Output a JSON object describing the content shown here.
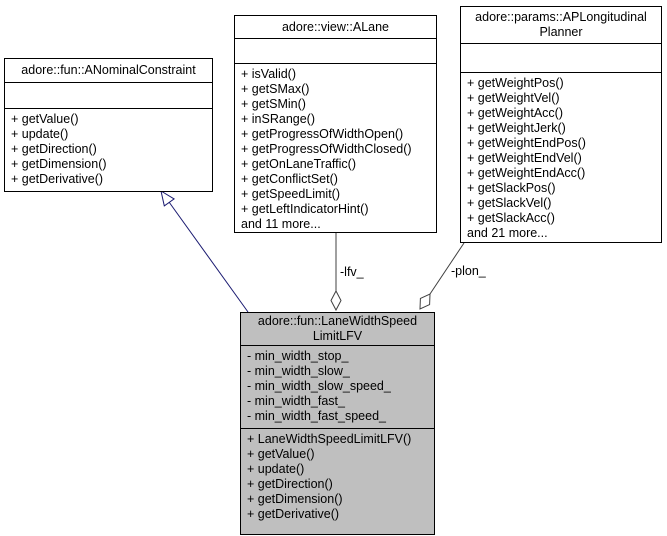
{
  "diagram": {
    "classes": [
      {
        "id": "nominal",
        "title": "adore::fun::ANominalConstraint",
        "attributes": [],
        "methods": [
          "+ getValue()",
          "+ update()",
          "+ getDirection()",
          "+ getDimension()",
          "+ getDerivative()"
        ]
      },
      {
        "id": "alane",
        "title": "adore::view::ALane",
        "attributes": [],
        "methods": [
          "+ isValid()",
          "+ getSMax()",
          "+ getSMin()",
          "+ inSRange()",
          "+ getProgressOfWidthOpen()",
          "+ getProgressOfWidthClosed()",
          "+ getOnLaneTraffic()",
          "+ getConflictSet()",
          "+ getSpeedLimit()",
          "+ getLeftIndicatorHint()",
          "and 11 more..."
        ]
      },
      {
        "id": "planner",
        "title": "adore::params::APLongitudinal Planner",
        "attributes": [],
        "methods": [
          "+ getWeightPos()",
          "+ getWeightVel()",
          "+ getWeightAcc()",
          "+ getWeightJerk()",
          "+ getWeightEndPos()",
          "+ getWeightEndVel()",
          "+ getWeightEndAcc()",
          "+ getSlackPos()",
          "+ getSlackVel()",
          "+ getSlackAcc()",
          "and 21 more..."
        ]
      },
      {
        "id": "lfv",
        "title": "adore::fun::LaneWidthSpeed LimitLFV",
        "attributes": [
          "- min_width_stop_",
          "- min_width_slow_",
          "- min_width_slow_speed_",
          "- min_width_fast_",
          "- min_width_fast_speed_"
        ],
        "methods": [
          "+ LaneWidthSpeedLimitLFV()",
          "+ getValue()",
          "+ update()",
          "+ getDirection()",
          "+ getDimension()",
          "+ getDerivative()"
        ]
      }
    ],
    "edges": [
      {
        "type": "inheritance",
        "from": "lfv",
        "to": "nominal",
        "label": ""
      },
      {
        "type": "aggregation",
        "from": "alane",
        "to": "lfv",
        "label": "-lfv_"
      },
      {
        "type": "aggregation",
        "from": "planner",
        "to": "lfv",
        "label": "-plon_"
      }
    ],
    "colors": {
      "highlight_fill": "#bfbfbf",
      "box_fill": "#ffffff",
      "border": "#000000",
      "inheritance_line": "#191970",
      "aggregation_line": "#404040"
    }
  }
}
